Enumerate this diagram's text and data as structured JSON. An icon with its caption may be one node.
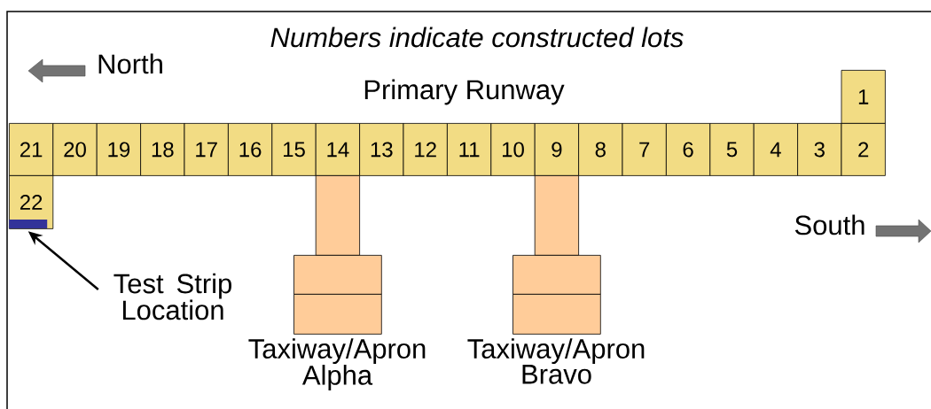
{
  "diagram": {
    "title": "Numbers indicate constructed lots",
    "nodes": [
      {
        "text": [
          "1"
        ]
      },
      {
        "text": [
          "21"
        ]
      },
      {
        "text": [
          "20"
        ]
      },
      {
        "text": [
          "19"
        ]
      },
      {
        "text": [
          "18"
        ]
      },
      {
        "text": [
          "17"
        ]
      },
      {
        "text": [
          "16"
        ]
      },
      {
        "text": [
          "15"
        ]
      },
      {
        "text": [
          "14"
        ]
      },
      {
        "text": [
          "13"
        ]
      },
      {
        "text": [
          "12"
        ]
      },
      {
        "text": [
          "11"
        ]
      },
      {
        "text": [
          "10"
        ]
      },
      {
        "text": [
          "9"
        ]
      },
      {
        "text": [
          "8"
        ]
      },
      {
        "text": [
          "7"
        ]
      },
      {
        "text": [
          "6"
        ]
      },
      {
        "text": [
          "5"
        ]
      },
      {
        "text": [
          "4"
        ]
      },
      {
        "text": [
          "3"
        ]
      },
      {
        "text": [
          "2"
        ]
      },
      {
        "text": [
          "22"
        ]
      },
      {
        "text": [],
        "shape": "box"
      },
      {
        "text": [],
        "shape": "box"
      },
      {
        "text": [],
        "shape": "box",
        "beside": [
          "Taxiway/Apron Alpha"
        ]
      },
      {
        "text": [],
        "shape": "box"
      },
      {
        "text": [],
        "shape": "box"
      },
      {
        "text": [],
        "shape": "box",
        "beside": [
          "Taxiway/Apron Bravo"
        ]
      },
      {
        "text": [],
        "shape": "bar",
        "in": 21
      },
      {
        "text": [
          "Test Strip Location"
        ]
      }
    ],
    "edges": [
      {
        "from": 29,
        "to": 28,
        "arrow": "to"
      }
    ],
    "labels": [
      "North",
      "Primary Runway",
      "South"
    ]
  }
}
